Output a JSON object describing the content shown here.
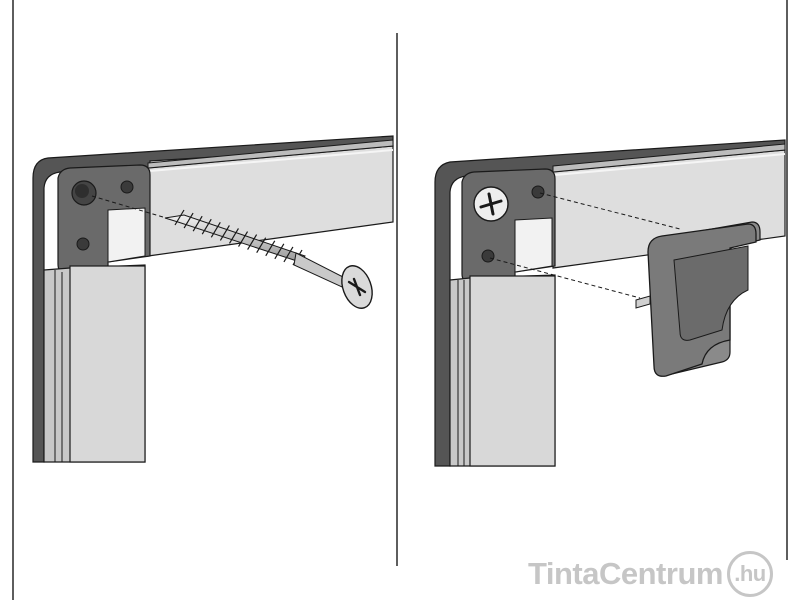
{
  "watermark": {
    "brand": "TintaCentrum",
    "tld": ".hu"
  },
  "palette": {
    "outline": "#1a1a1a",
    "frame_dark": "#5a5a5a",
    "frame_face": "#6e6e6e",
    "rail_light": "#dcdcdc",
    "rail_top": "#c4c4c4",
    "cap_grey": "#777777",
    "screw_metal": "#d0d0d0",
    "watermark_grey": "#c6c6c6"
  },
  "panels": [
    {
      "name": "step-insert-screw",
      "parts": [
        "corner-block",
        "top-rail",
        "side-rail",
        "wood-screw"
      ]
    },
    {
      "name": "step-attach-cap",
      "parts": [
        "corner-block",
        "top-rail",
        "side-rail",
        "installed-screw",
        "corner-cap"
      ]
    }
  ]
}
